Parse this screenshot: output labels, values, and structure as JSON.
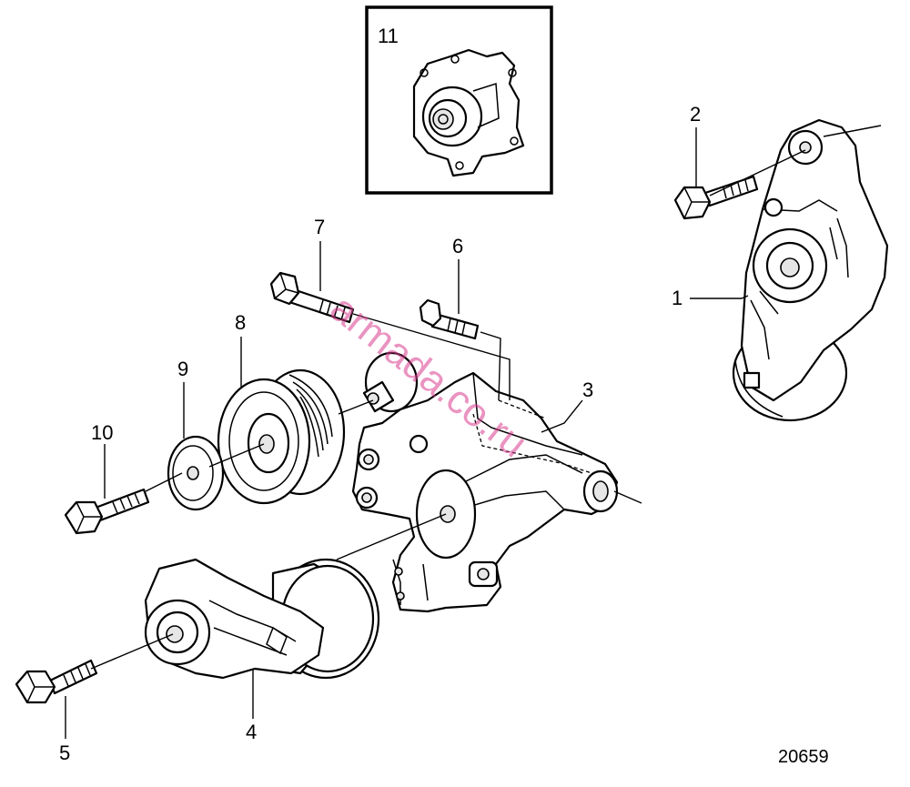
{
  "diagram": {
    "callouts": [
      "1",
      "2",
      "3",
      "4",
      "5",
      "6",
      "7",
      "8",
      "9",
      "10",
      "11"
    ],
    "reference_number": "20659",
    "watermark": "armada.co.ru"
  }
}
